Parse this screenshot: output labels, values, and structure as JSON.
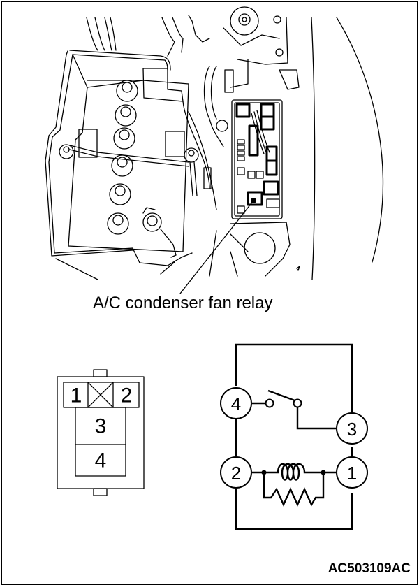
{
  "figure": {
    "callout_label": "A/C condenser fan relay",
    "figure_code": "AC503109AC"
  },
  "connector": {
    "top_row": [
      "1",
      "2"
    ],
    "blocked_cavity": "X",
    "lower_cells": [
      "3",
      "4"
    ]
  },
  "circuit": {
    "pins": [
      "4",
      "3",
      "2",
      "1"
    ],
    "elements": [
      "switch",
      "coil",
      "resistor"
    ]
  },
  "colors": {
    "line": "#000000",
    "background": "#ffffff"
  }
}
